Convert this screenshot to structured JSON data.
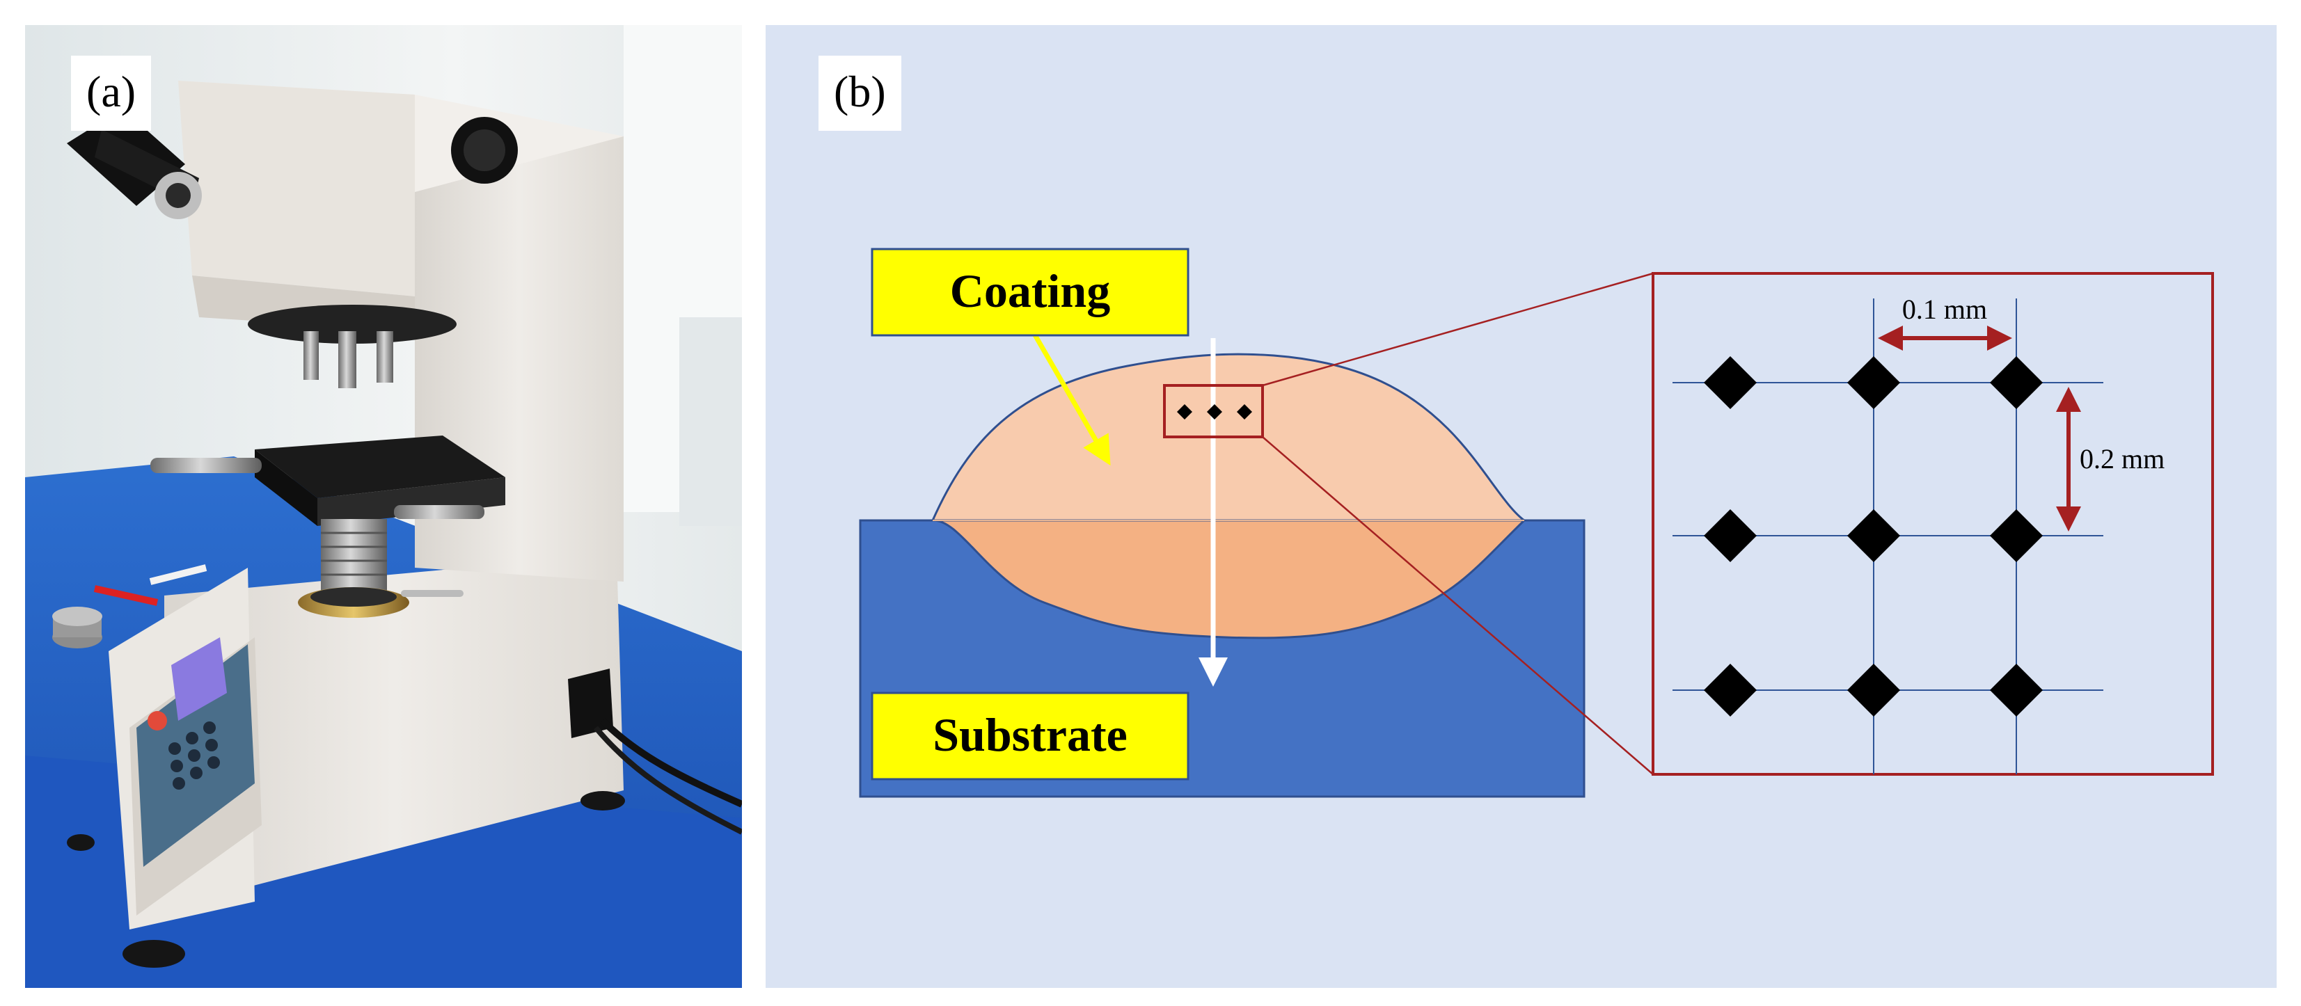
{
  "panel_a": {
    "tag": "(a)",
    "image": "vickers-microhardness-tester-photo"
  },
  "panel_b": {
    "tag": "(b)",
    "coating_label": "Coating",
    "substrate_label": "Substrate",
    "horizontal_spacing": "0.1 mm",
    "vertical_spacing": "0.2 mm",
    "indent_grid": {
      "rows": 3,
      "columns": 3
    },
    "colors": {
      "background": "#dae3f3",
      "substrate": "#4472c4",
      "coating": "#f8cbad",
      "dilution_zone": "#f4b183",
      "label_box": "#ffff00",
      "zoom_frame": "#a52021",
      "indent": "#000000"
    }
  }
}
